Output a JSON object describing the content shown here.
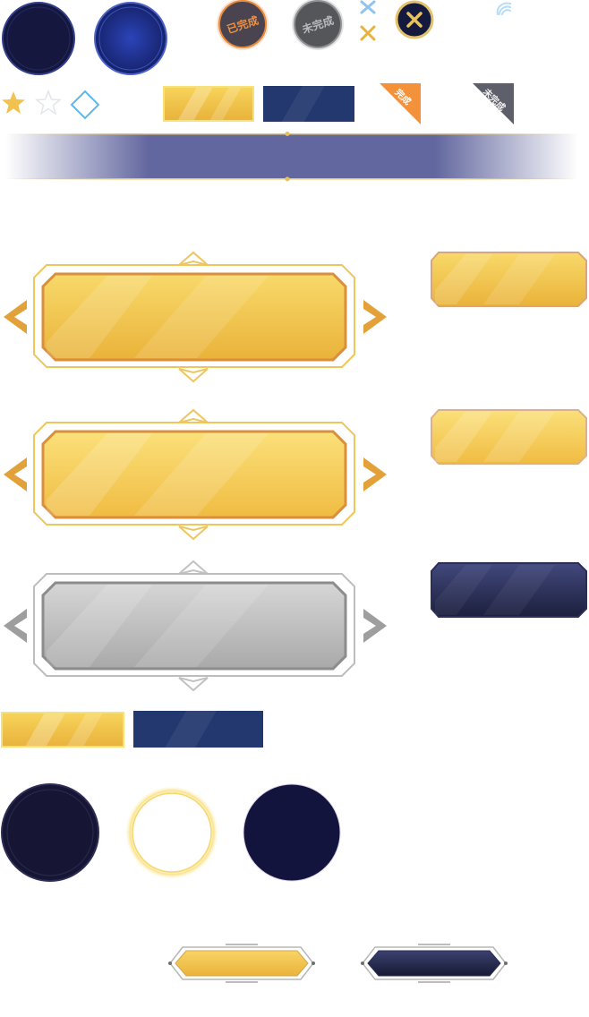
{
  "stamps": {
    "done_label": "已完成",
    "undone_label": "未完成"
  },
  "corner_tags": {
    "done_label": "完成",
    "undone_label": "未完成"
  },
  "icons": [
    "sword-cross-icon",
    "close-icon",
    "swirl-icon",
    "star-icon",
    "diamond-icon"
  ],
  "colors": {
    "gold": "#f3c440",
    "gold_dark": "#d9902e",
    "navy": "#15173d",
    "blue": "#23386f",
    "silver": "#b9b9b9",
    "orange_tag": "#f3923a",
    "gray_tag": "#5d5f6b"
  }
}
